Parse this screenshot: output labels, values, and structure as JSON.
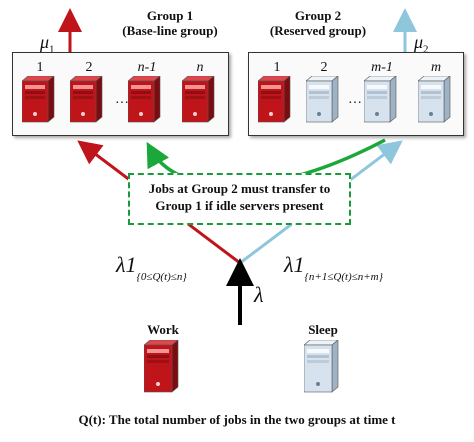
{
  "groups": {
    "group1": {
      "title": "Group 1",
      "subtitle": "(Base-line group)",
      "rate": "μ",
      "rate_sub": "1",
      "labels": [
        "1",
        "2",
        "n-1",
        "n"
      ],
      "ellipsis": "…"
    },
    "group2": {
      "title": "Group 2",
      "subtitle": "(Reserved group)",
      "rate": "μ",
      "rate_sub": "2",
      "labels": [
        "1",
        "2",
        "m-1",
        "m"
      ],
      "ellipsis": "…"
    }
  },
  "notice": {
    "line1": "Jobs at Group 2 must transfer to",
    "line2": "Group 1 if idle servers present"
  },
  "routing": {
    "left": {
      "symbol": "λ1",
      "condition": "{0≤Q(t)≤n}"
    },
    "right": {
      "symbol": "λ1",
      "condition": "{n+1≤Q(t)≤n+m}"
    },
    "arrival": "λ"
  },
  "legend": {
    "work": "Work",
    "sleep": "Sleep"
  },
  "caption": "Q(t): The total number of jobs in the two groups at time t",
  "colors": {
    "work_server": "#c0141b",
    "sleep_server": "#d6e2ee",
    "arrow_red": "#c0141b",
    "arrow_blue": "#8ec6dc",
    "arrow_green": "#1aa83a",
    "arrow_black": "#000000"
  },
  "icons": [
    "server-work-icon",
    "server-sleep-icon"
  ]
}
